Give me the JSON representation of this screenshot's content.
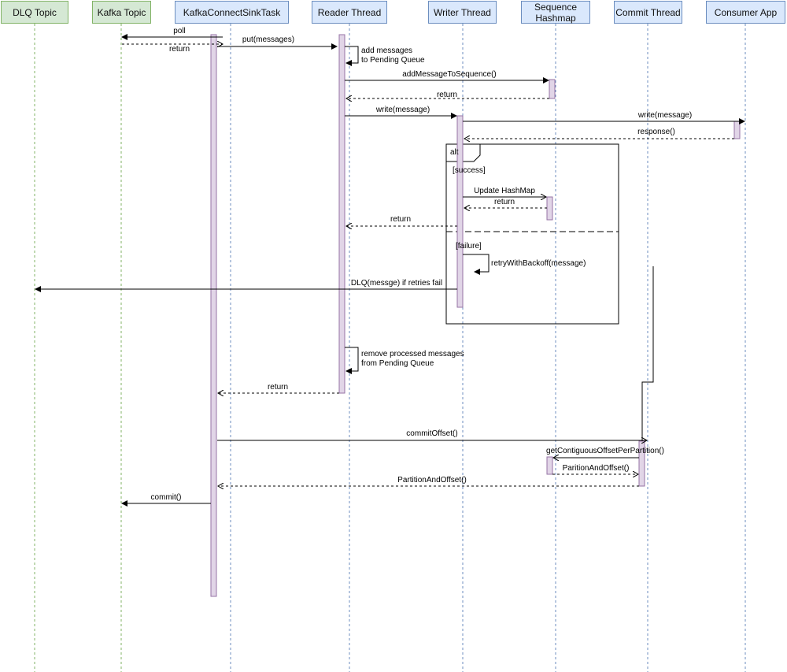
{
  "participants": [
    {
      "id": "dlq",
      "name": "DLQ Topic",
      "color": "green"
    },
    {
      "id": "kafka",
      "name": "Kafka Topic",
      "color": "green"
    },
    {
      "id": "sink",
      "name": "KafkaConnectSinkTask",
      "color": "blue"
    },
    {
      "id": "reader",
      "name": "Reader Thread",
      "color": "blue"
    },
    {
      "id": "writer",
      "name": "Writer Thread",
      "color": "blue"
    },
    {
      "id": "seq",
      "name": "Sequence\nHashmap",
      "color": "blue"
    },
    {
      "id": "commit",
      "name": "Commit Thread",
      "color": "blue"
    },
    {
      "id": "consumer",
      "name": "Consumer App",
      "color": "blue"
    }
  ],
  "messages": {
    "poll": "poll",
    "poll_return": "return",
    "put": "put(messages)",
    "add_pending": "add messages\nto Pending Queue",
    "add_seq": "addMessageToSequence()",
    "add_seq_return": "return",
    "write_writer": "write(message)",
    "write_consumer": "write(message)",
    "response": "response()",
    "update_hashmap": "Update HashMap",
    "update_return": "return",
    "writer_return": "return",
    "retry": "retryWithBackoff(message)",
    "dlq": "DLQ(messge) if retries fail",
    "remove_pending": "remove processed messages\nfrom Pending Queue",
    "reader_return": "return",
    "commit_offset": "commitOffset()",
    "get_contiguous": "getContiguousOffsetPerPartition()",
    "partition_offset_inner": "ParitionAndOffset()",
    "partition_offset": "PartitionAndOffset()",
    "commit": "commit()"
  },
  "fragment": {
    "operator": "alt",
    "guard_success": "[success]",
    "guard_failure": "[failure]"
  },
  "colors": {
    "green_fill": "#d5e8d4",
    "green_border": "#82b366",
    "blue_fill": "#dae8fc",
    "blue_border": "#6c8ebf",
    "activation_fill": "#e1d5e7",
    "activation_border": "#9673a6"
  }
}
